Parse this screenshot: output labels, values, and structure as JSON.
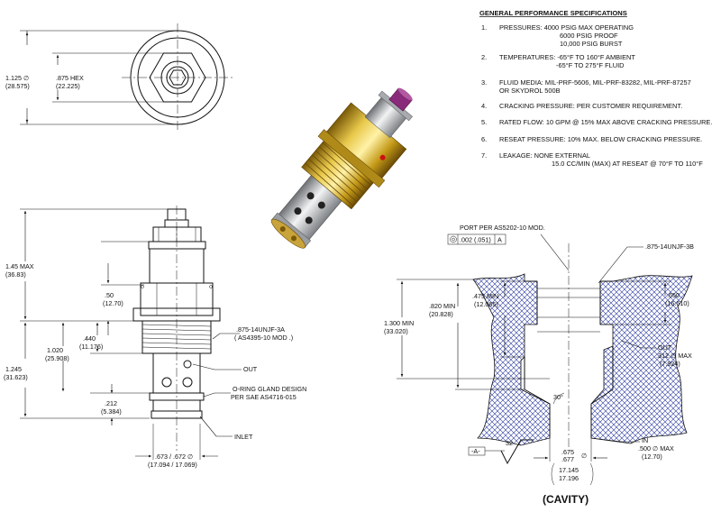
{
  "specs": {
    "heading": "GENERAL PERFORMANCE SPECIFICATIONS",
    "items": [
      {
        "num": "1.",
        "lines": [
          "PRESSURES: 4000 PSIG MAX OPERATING",
          "6000 PSIG PROOF",
          "10,000 PSIG BURST"
        ]
      },
      {
        "num": "2.",
        "lines": [
          "TEMPERATURES: -65°F TO 160°F AMBIENT",
          "-65°F TO 275°F FLUID"
        ]
      },
      {
        "num": "3.",
        "lines": [
          "FLUID MEDIA: MIL-PRF-5606,  MIL-PRF-83282, MIL-PRF-87257",
          "OR SKYDROL 500B"
        ]
      },
      {
        "num": "4.",
        "lines": [
          "CRACKING PRESSURE: PER CUSTOMER REQUIREMENT."
        ]
      },
      {
        "num": "5.",
        "lines": [
          "RATED FLOW: 10 GPM @ 15% MAX ABOVE CRACKING PRESSURE."
        ]
      },
      {
        "num": "6.",
        "lines": [
          "RESEAT PRESSURE: 10% MAX. BELOW CRACKING PRESSURE."
        ]
      },
      {
        "num": "7.",
        "lines": [
          "LEAKAGE: NONE EXTERNAL",
          "15.0 CC/MIN (MAX) AT RESEAT @ 70°F  TO 110°F"
        ]
      }
    ]
  },
  "top_view": {
    "dia": "1.125 ∅",
    "dia_mm": "(28.575)",
    "hex": ".875 HEX",
    "hex_mm": "(22.225)"
  },
  "side_view": {
    "overall": "1.45 MAX",
    "overall_mm": "(36.83)",
    "hexh": ".50",
    "hexh_mm": "(12.70)",
    "thread_len": ".440",
    "thread_len_mm": "(11.176)",
    "body": "1.020",
    "body_mm": "(25.908)",
    "insert": "1.245",
    "insert_mm": "(31.623)",
    "tip": ".212",
    "tip_mm": "(5.384)",
    "thread_note": ".875-14UNJF-3A",
    "thread_note2": "( AS4395-10 MOD .)",
    "out": "OUT",
    "oring1": "O-RING GLAND DESIGN",
    "oring2": "PER SAE AS4716-015",
    "inlet": "INLET",
    "base_dia": ".673 / .672 ∅",
    "base_dia_mm": "(17.094 / 17.069)"
  },
  "cavity": {
    "port": "PORT PER AS5202-10 MOD.",
    "tol": ".002 (.051)",
    "datum": "A",
    "thread": ".875-14UNJF-3B",
    "d475": ".475 MIN",
    "d475_mm": "(12.065)",
    "d820": ".820 MIN",
    "d820_mm": "(20.828)",
    "d1300": "1.300 MIN",
    "d1300_mm": "(33.020)",
    "d650": ".650",
    "d650_mm": "(16.510)",
    "out": "OUT",
    "d312": ".312 ∅ MAX",
    "d312_mm": "(7.924)",
    "angle": "30°",
    "in": "IN",
    "d500": ".500 ∅ MAX",
    "d500_mm": "(12.70)",
    "datum_a": "-A-",
    "finish": "32",
    "d675": ".675",
    "d677": ".677",
    "dsym": "∅",
    "d675_mm": "17.145",
    "d677_mm": "17.196",
    "caption": "(CAVITY)"
  },
  "colors": {
    "brass": "#c9a21a",
    "steel": "#b9bcc0",
    "cap": "#8a2a7a",
    "hatch": "#2a3aa0"
  }
}
